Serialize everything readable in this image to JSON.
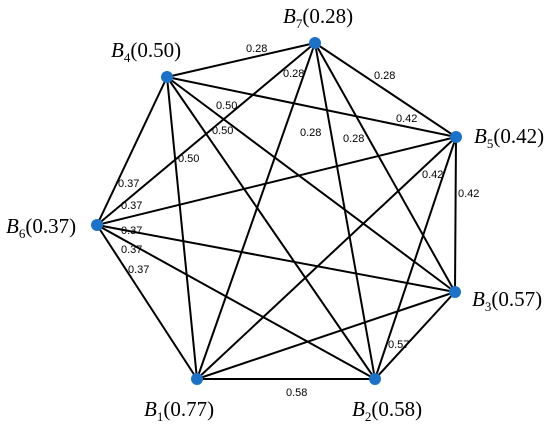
{
  "nodes": [
    {
      "id": "B1",
      "letter": "B",
      "sub": "1",
      "value": "(0.77)"
    },
    {
      "id": "B2",
      "letter": "B",
      "sub": "2",
      "value": "(0.58)"
    },
    {
      "id": "B3",
      "letter": "B",
      "sub": "3",
      "value": "(0.57)"
    },
    {
      "id": "B4",
      "letter": "B",
      "sub": "4",
      "value": "(0.50)"
    },
    {
      "id": "B5",
      "letter": "B",
      "sub": "5",
      "value": "(0.42)"
    },
    {
      "id": "B6",
      "letter": "B",
      "sub": "6",
      "value": "(0.37)"
    },
    {
      "id": "B7",
      "letter": "B",
      "sub": "7",
      "value": "(0.28)"
    }
  ],
  "edges": [
    [
      "B1",
      "B2"
    ],
    [
      "B1",
      "B3"
    ],
    [
      "B1",
      "B4"
    ],
    [
      "B1",
      "B5"
    ],
    [
      "B1",
      "B6"
    ],
    [
      "B1",
      "B7"
    ],
    [
      "B2",
      "B3"
    ],
    [
      "B2",
      "B4"
    ],
    [
      "B2",
      "B5"
    ],
    [
      "B2",
      "B6"
    ],
    [
      "B2",
      "B7"
    ],
    [
      "B3",
      "B4"
    ],
    [
      "B3",
      "B5"
    ],
    [
      "B3",
      "B6"
    ],
    [
      "B3",
      "B7"
    ],
    [
      "B4",
      "B5"
    ],
    [
      "B4",
      "B6"
    ],
    [
      "B4",
      "B7"
    ],
    [
      "B5",
      "B6"
    ],
    [
      "B5",
      "B7"
    ],
    [
      "B6",
      "B7"
    ]
  ],
  "weight_labels": [
    "0.58",
    "0.57",
    "0.42",
    "0.42",
    "0.42",
    "0.28",
    "0.28",
    "0.28",
    "0.28",
    "0.28",
    "0.50",
    "0.50",
    "0.50",
    "0.37",
    "0.37",
    "0.37",
    "0.37",
    "0.37"
  ],
  "colors": {
    "node": "#1a73c8",
    "edge": "#000000"
  }
}
